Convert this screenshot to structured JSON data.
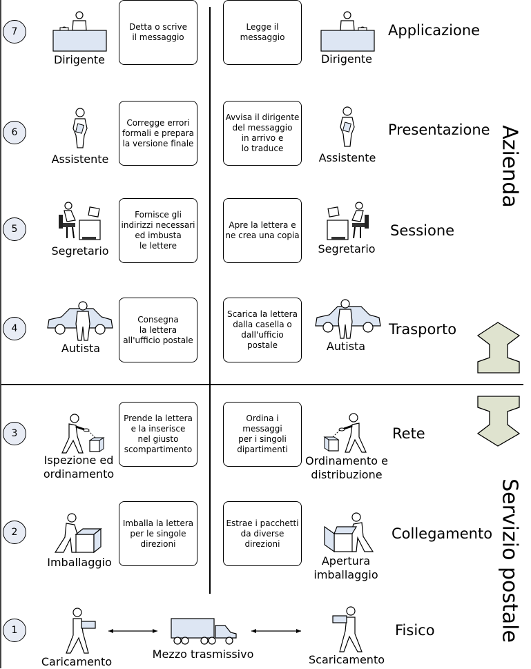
{
  "groups": {
    "upper": "Azienda",
    "lower": "Servizio postale"
  },
  "layers": [
    {
      "num": "7",
      "name": "Applicazione",
      "left_role": "Dirigente",
      "left_task": "Detta o scrive\nil messaggio",
      "right_task": "Legge il\nmessaggio",
      "right_role": "Dirigente"
    },
    {
      "num": "6",
      "name": "Presentazione",
      "left_role": "Assistente",
      "left_task": "Corregge errori\nformali e prepara\nla versione finale",
      "right_task": "Avvisa il dirigente\ndel messaggio\nin arrivo e\nlo traduce",
      "right_role": "Assistente"
    },
    {
      "num": "5",
      "name": "Sessione",
      "left_role": "Segretario",
      "left_task": "Fornisce gli\nindirizzi necessari\ned imbusta\nle lettere",
      "right_task": "Apre la lettera e\nne crea una copia",
      "right_role": "Segretario"
    },
    {
      "num": "4",
      "name": "Trasporto",
      "left_role": "Autista",
      "left_task": "Consegna\nla lettera\nall'ufficio postale",
      "right_task": "Scarica la lettera\ndalla casella o\ndall'ufficio postale",
      "right_role": "Autista"
    },
    {
      "num": "3",
      "name": "Rete",
      "left_role": "Ispezione ed\nordinamento",
      "left_task": "Prende la lettera\ne la inserisce\nnel giusto\nscompartimento",
      "right_task": "Ordina i messaggi\nper i singoli\ndipartimenti",
      "right_role": "Ordinamento e\ndistribuzione"
    },
    {
      "num": "2",
      "name": "Collegamento",
      "left_role": "Imballaggio",
      "left_task": "Imballa la lettera\nper le singole\ndirezioni",
      "right_task": "Estrae i pacchetti\nda diverse\ndirezioni",
      "right_role": "Apertura\nimballaggio"
    },
    {
      "num": "1",
      "name": "Fisico",
      "left_role": "Caricamento",
      "medium": "Mezzo trasmissivo",
      "right_role": "Scaricamento"
    }
  ],
  "colors": {
    "circle_fill": "#e8ecf5",
    "arrow_fill": "#dfe3cf",
    "icon_fill": "#dde6f3"
  }
}
